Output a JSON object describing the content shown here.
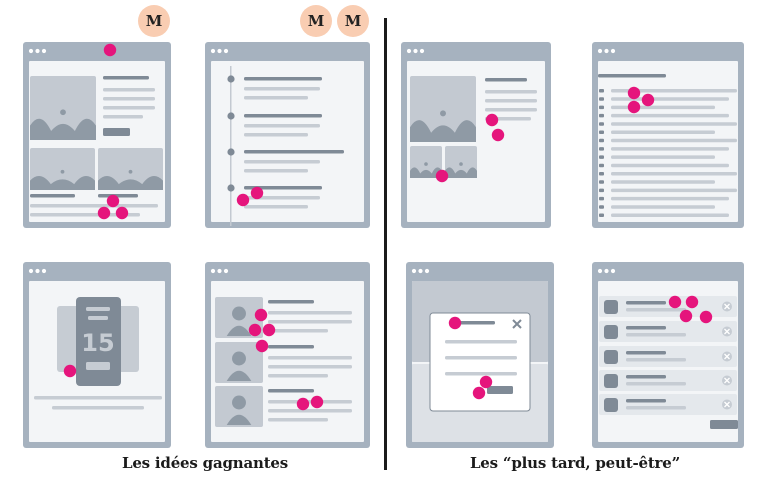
{
  "captions": {
    "left": "Les idées gagnantes",
    "right": "Les “plus tard, peut-être”"
  },
  "badges": [
    "M",
    "M",
    "M"
  ],
  "calendar_number": "15",
  "colors": {
    "frame": "#a6b2bf",
    "window_bg": "#f3f5f7",
    "placeholder": "#c3c9d1",
    "placeholder_dark": "#8f9aa5",
    "line_dark": "#7f8a96",
    "line_light": "#c6ccd3",
    "dot": "#e5157c",
    "badge": "#f9cdb2",
    "divider": "#1b1b1b"
  },
  "icons": [
    "image-placeholder-icon",
    "avatar-icon",
    "close-icon",
    "list-bullet-icon"
  ]
}
